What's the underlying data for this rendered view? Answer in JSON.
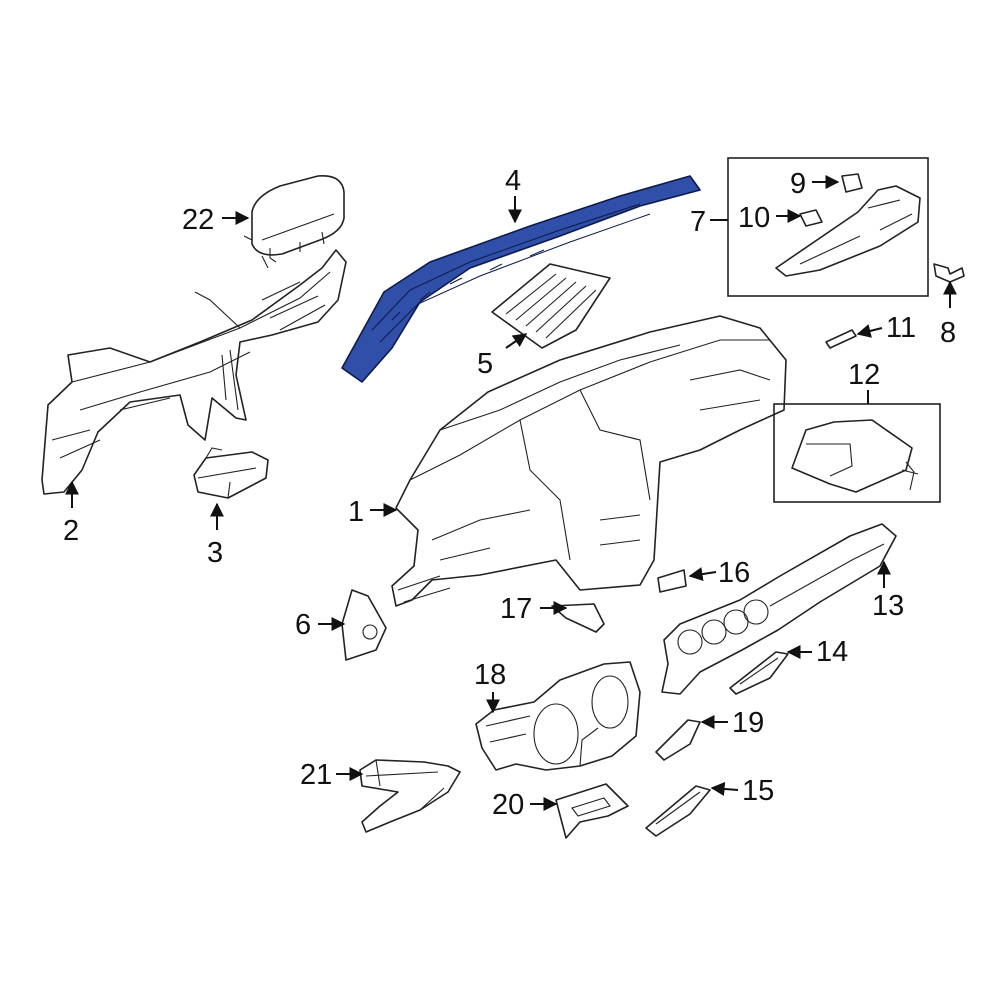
{
  "diagram": {
    "highlight_color": "#2f4fa8",
    "line_color": "#222222",
    "background": "#ffffff",
    "callouts": [
      {
        "id": "1",
        "label": "1"
      },
      {
        "id": "2",
        "label": "2"
      },
      {
        "id": "3",
        "label": "3"
      },
      {
        "id": "4",
        "label": "4",
        "highlighted": true
      },
      {
        "id": "5",
        "label": "5"
      },
      {
        "id": "6",
        "label": "6"
      },
      {
        "id": "7",
        "label": "7"
      },
      {
        "id": "8",
        "label": "8"
      },
      {
        "id": "9",
        "label": "9"
      },
      {
        "id": "10",
        "label": "10"
      },
      {
        "id": "11",
        "label": "11"
      },
      {
        "id": "12",
        "label": "12"
      },
      {
        "id": "13",
        "label": "13"
      },
      {
        "id": "14",
        "label": "14"
      },
      {
        "id": "15",
        "label": "15"
      },
      {
        "id": "16",
        "label": "16"
      },
      {
        "id": "17",
        "label": "17"
      },
      {
        "id": "18",
        "label": "18"
      },
      {
        "id": "19",
        "label": "19"
      },
      {
        "id": "20",
        "label": "20"
      },
      {
        "id": "21",
        "label": "21"
      },
      {
        "id": "22",
        "label": "22"
      }
    ]
  }
}
